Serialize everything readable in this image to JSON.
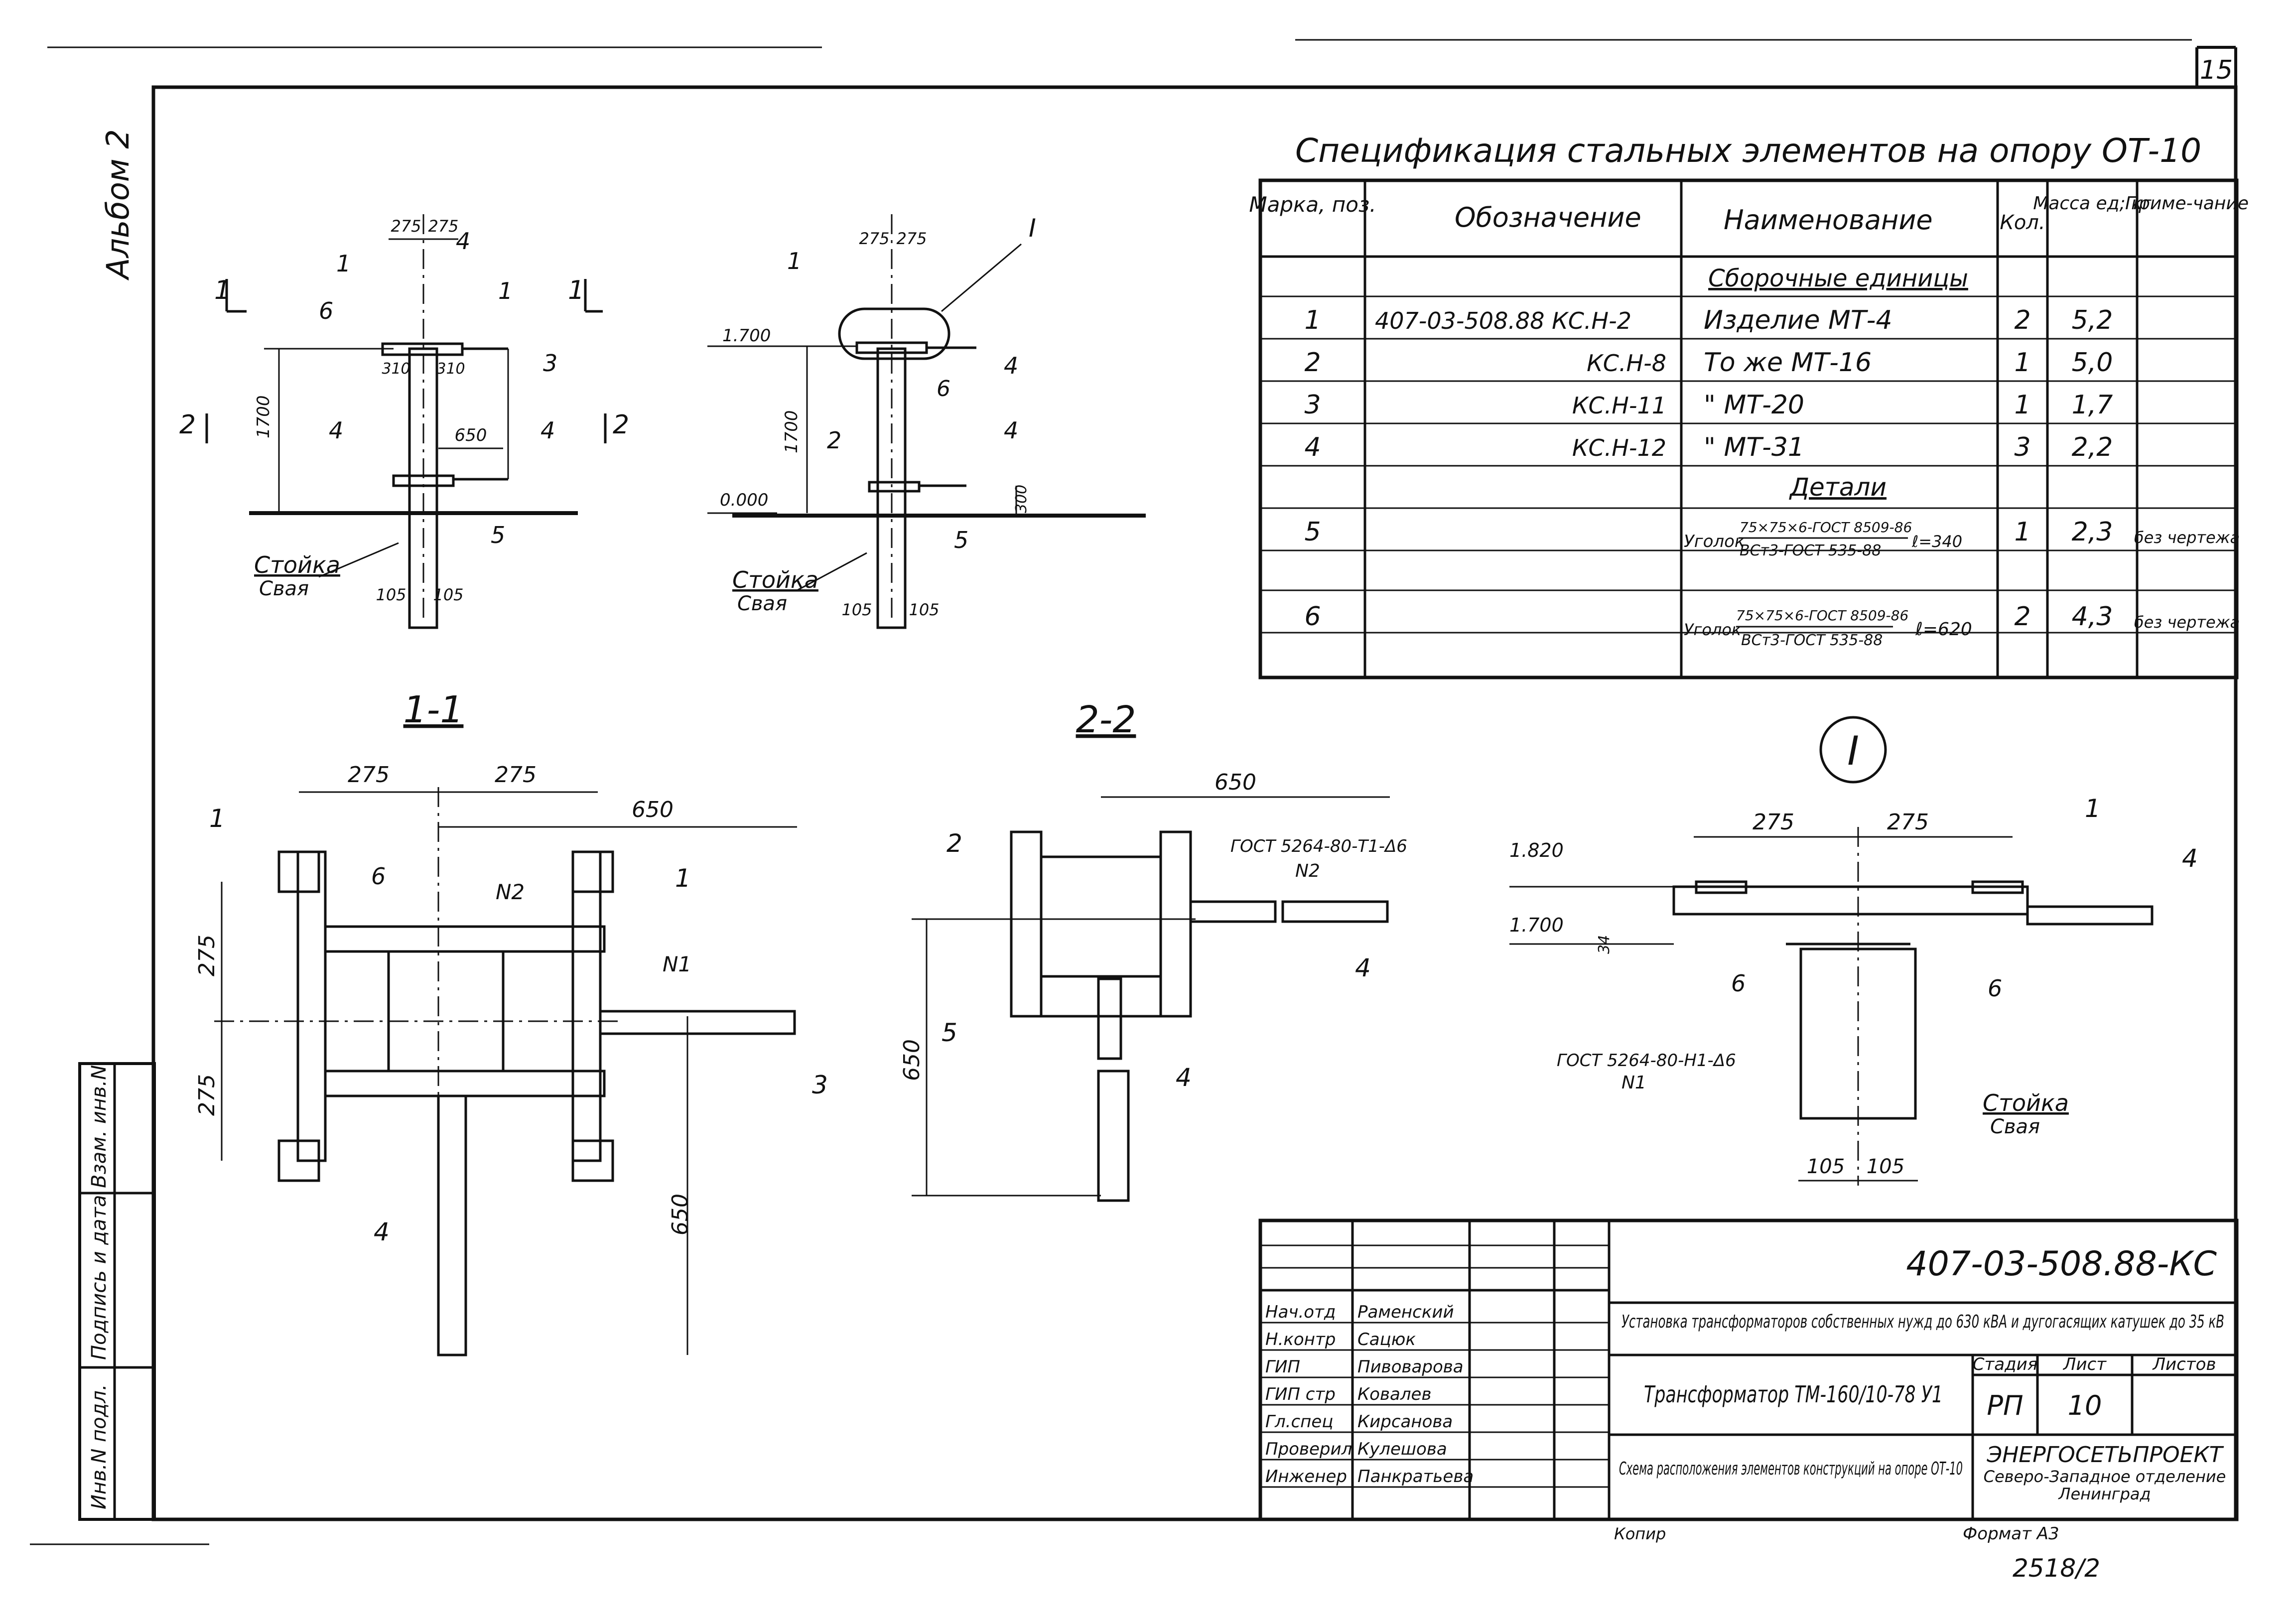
{
  "sheet": {
    "page_number": "15",
    "album_label": "Альбом 2",
    "title_spec": "Спецификация стальных элементов на опору ОТ-10",
    "side_stamp": [
      "Инв.N подл.",
      "Подпись и дата",
      "Взам. инв.N"
    ]
  },
  "spec_table": {
    "headers": [
      "Марка, поз.",
      "Обозначение",
      "Наименование",
      "Кол.",
      "Масса ед; кг",
      "Приме-чание"
    ],
    "group1": "Сборочные единицы",
    "rows1": [
      {
        "pos": "1",
        "designation": "407-03-508.88 КС.Н-2",
        "name": "Изделие МТ-4",
        "qty": "2",
        "mass": "5,2",
        "note": ""
      },
      {
        "pos": "2",
        "designation": "КС.Н-8",
        "name": "То же МТ-16",
        "qty": "1",
        "mass": "5,0",
        "note": ""
      },
      {
        "pos": "3",
        "designation": "КС.Н-11",
        "name": "\" МТ-20",
        "qty": "1",
        "mass": "1,7",
        "note": ""
      },
      {
        "pos": "4",
        "designation": "КС.Н-12",
        "name": "\" МТ-31",
        "qty": "3",
        "mass": "2,2",
        "note": ""
      }
    ],
    "group2": "Детали",
    "rows2": [
      {
        "pos": "5",
        "name_a": "Уголок",
        "name_top": "75×75×6-ГОСТ 8509-86",
        "name_bot": "ВСт3-ГОСТ 535-88",
        "len": "ℓ=340",
        "qty": "1",
        "mass": "2,3",
        "note": "без чертежа"
      },
      {
        "pos": "6",
        "name_a": "Уголок",
        "name_top": "75×75×6-ГОСТ 8509-86",
        "name_bot": "ВСт3-ГОСТ 535-88",
        "len": "ℓ=620",
        "qty": "2",
        "mass": "4,3",
        "note": "без чертежа"
      }
    ]
  },
  "views": {
    "elev_left": {
      "dims": [
        "275",
        "275",
        "310",
        "310",
        "650",
        "1700",
        "105",
        "105"
      ],
      "labels": [
        "1",
        "4",
        "6",
        "1",
        "3",
        "4",
        "4",
        "5",
        "Стойка",
        "Свая"
      ],
      "section_marks": [
        "1",
        "1",
        "2",
        "2"
      ]
    },
    "elev_right": {
      "dims": [
        "275",
        "275",
        "1700",
        "300",
        "105",
        "105"
      ],
      "levels": [
        "1.700",
        "0.000"
      ],
      "labels": [
        "1",
        "I",
        "6",
        "4",
        "2",
        "4",
        "5",
        "Стойка",
        "Свая"
      ]
    },
    "sec11": {
      "title": "1-1",
      "dims": [
        "275",
        "275",
        "650",
        "275",
        "275",
        "650"
      ],
      "labels": [
        "1",
        "6",
        "N2",
        "N1",
        "1",
        "3",
        "4"
      ]
    },
    "sec22": {
      "title": "2-2",
      "dims": [
        "650",
        "650"
      ],
      "labels": [
        "2",
        "5",
        "4",
        "4"
      ],
      "weld": "ГОСТ 5264-80-Т1-Δ6",
      "weld_no": "N2"
    },
    "detailI": {
      "title": "I",
      "dims": [
        "275",
        "275",
        "105",
        "105",
        "34"
      ],
      "levels": [
        "1.820",
        "1.700"
      ],
      "labels": [
        "1",
        "4",
        "6",
        "6",
        "Стойка",
        "Свая"
      ],
      "weld": "ГОСТ 5264-80-Н1-Δ6",
      "weld_no": "N1"
    }
  },
  "title_block": {
    "code": "407-03-508.88-КС",
    "project": "Установка трансформаторов собственных нужд до 630 кВА и дугогасящих катушек до 35 кВ",
    "object": "Трансформатор ТМ-160/10-78 У1",
    "sheet_name": "Схема расположения элементов конструкций на опоре ОТ-10",
    "stage_header": "Стадия",
    "sheet_header": "Лист",
    "sheets_header": "Листов",
    "stage": "РП",
    "sheet": "10",
    "org1": "ЭНЕРГОСЕТЬПРОЕКТ",
    "org2": "Северо-Западное отделение",
    "org3": "Ленинград",
    "roles": [
      {
        "role": "Нач.отд",
        "name": "Раменский"
      },
      {
        "role": "Н.контр",
        "name": "Сацюк"
      },
      {
        "role": "ГИП",
        "name": "Пивоварова"
      },
      {
        "role": "ГИП стр",
        "name": "Ковалев"
      },
      {
        "role": "Гл.спец",
        "name": "Кирсанова"
      },
      {
        "role": "Проверил",
        "name": "Кулешова"
      },
      {
        "role": "Инженер",
        "name": "Панкратьева"
      }
    ],
    "copy": "Копир",
    "format": "Формат А3",
    "inv": "2518/2"
  }
}
